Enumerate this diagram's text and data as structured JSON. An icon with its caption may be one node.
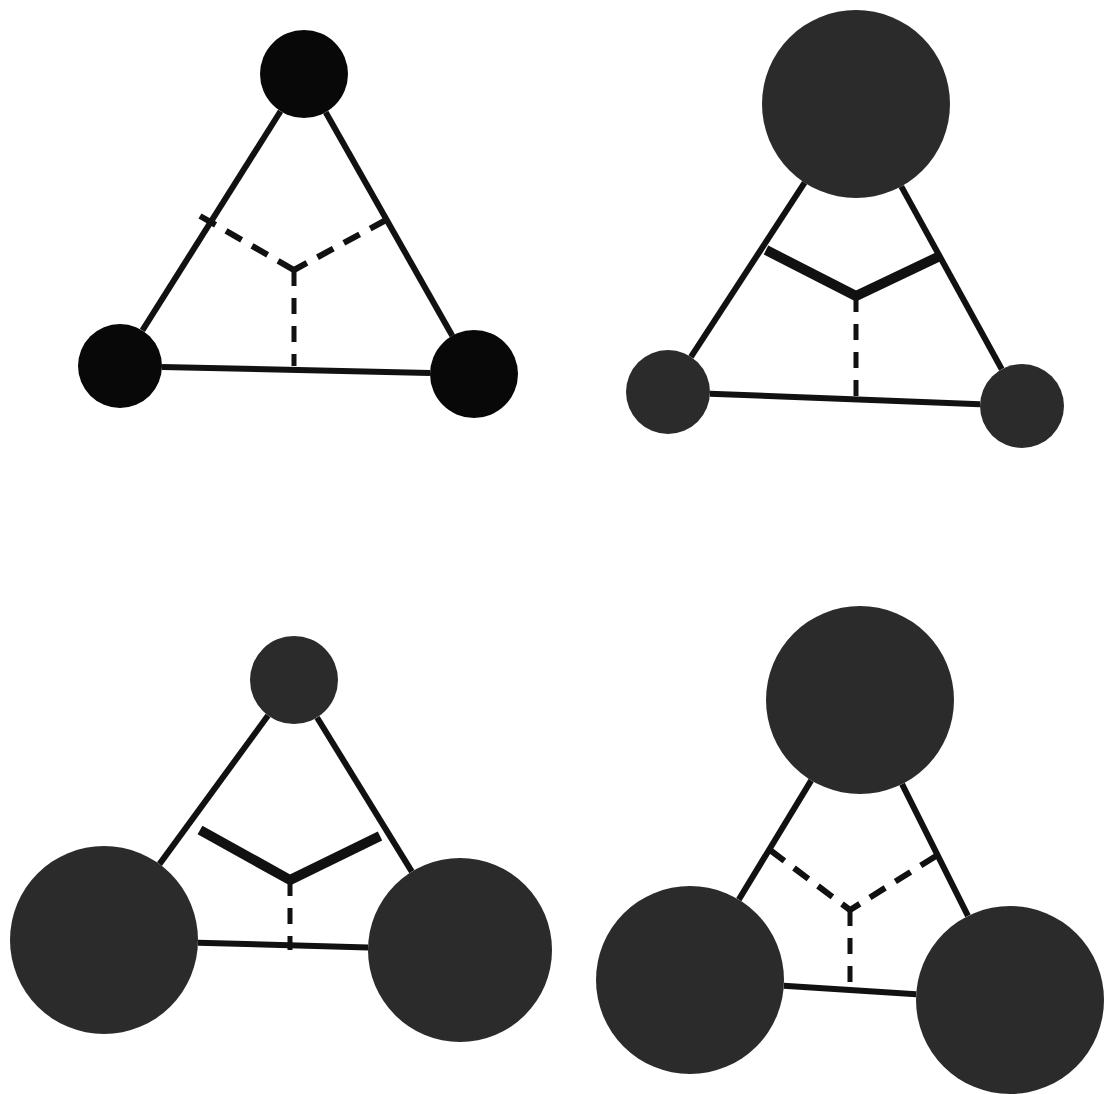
{
  "diagram": {
    "nodes": [
      {
        "text": [],
        "shape": "circle"
      },
      {
        "text": [],
        "shape": "circle"
      },
      {
        "text": [],
        "shape": "circle"
      },
      {
        "text": [],
        "shape": "circle"
      },
      {
        "text": [],
        "shape": "circle"
      },
      {
        "text": [],
        "shape": "circle"
      },
      {
        "text": [],
        "shape": "circle"
      },
      {
        "text": [],
        "shape": "circle"
      },
      {
        "text": [],
        "shape": "circle"
      },
      {
        "text": [],
        "shape": "circle"
      },
      {
        "text": [],
        "shape": "circle"
      },
      {
        "text": [],
        "shape": "circle"
      }
    ],
    "edges": [
      {
        "from": 0,
        "to": 1,
        "arrow": "none"
      },
      {
        "from": 0,
        "to": 2,
        "arrow": "none"
      },
      {
        "from": 1,
        "to": 2,
        "arrow": "none"
      },
      {
        "from": 3,
        "to": 4,
        "arrow": "none"
      },
      {
        "from": 3,
        "to": 5,
        "arrow": "none"
      },
      {
        "from": 4,
        "to": 5,
        "arrow": "none"
      },
      {
        "from": 6,
        "to": 7,
        "arrow": "none"
      },
      {
        "from": 6,
        "to": 8,
        "arrow": "none"
      },
      {
        "from": 7,
        "to": 8,
        "arrow": "none"
      },
      {
        "from": 9,
        "to": 10,
        "arrow": "none"
      },
      {
        "from": 9,
        "to": 11,
        "arrow": "none"
      },
      {
        "from": 10,
        "to": 11,
        "arrow": "none"
      }
    ]
  }
}
